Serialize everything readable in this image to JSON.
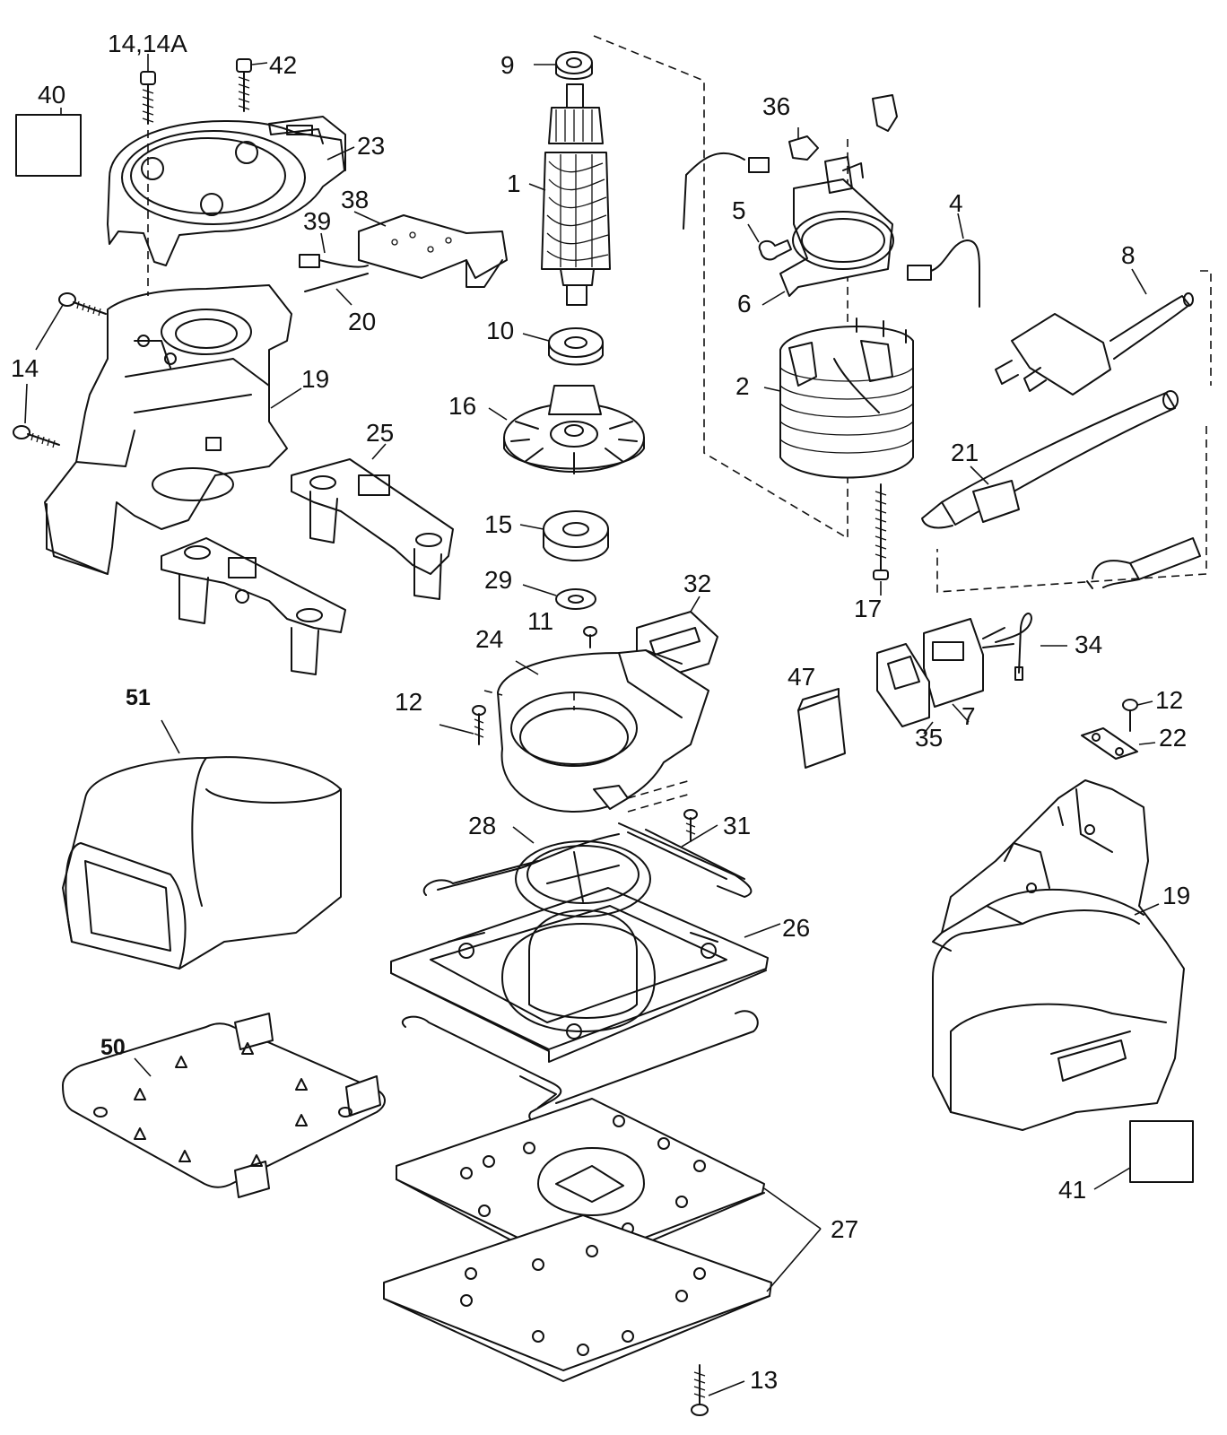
{
  "labels": [
    {
      "id": "1",
      "text": "1"
    },
    {
      "id": "2",
      "text": "2"
    },
    {
      "id": "4",
      "text": "4"
    },
    {
      "id": "5",
      "text": "5"
    },
    {
      "id": "6",
      "text": "6"
    },
    {
      "id": "7",
      "text": "7"
    },
    {
      "id": "8",
      "text": "8"
    },
    {
      "id": "9",
      "text": "9"
    },
    {
      "id": "10",
      "text": "10"
    },
    {
      "id": "11",
      "text": "11"
    },
    {
      "id": "12a",
      "text": "12"
    },
    {
      "id": "12b",
      "text": "12"
    },
    {
      "id": "13",
      "text": "13"
    },
    {
      "id": "14a",
      "text": "14"
    },
    {
      "id": "14b",
      "text": "14"
    },
    {
      "id": "14-14a",
      "text": "14,14A"
    },
    {
      "id": "15",
      "text": "15"
    },
    {
      "id": "16",
      "text": "16"
    },
    {
      "id": "17",
      "text": "17"
    },
    {
      "id": "19a",
      "text": "19"
    },
    {
      "id": "19b",
      "text": "19"
    },
    {
      "id": "20",
      "text": "20"
    },
    {
      "id": "21",
      "text": "21"
    },
    {
      "id": "22",
      "text": "22"
    },
    {
      "id": "23",
      "text": "23"
    },
    {
      "id": "24",
      "text": "24"
    },
    {
      "id": "25",
      "text": "25"
    },
    {
      "id": "26",
      "text": "26"
    },
    {
      "id": "27",
      "text": "27"
    },
    {
      "id": "28",
      "text": "28"
    },
    {
      "id": "29",
      "text": "29"
    },
    {
      "id": "31",
      "text": "31"
    },
    {
      "id": "32",
      "text": "32"
    },
    {
      "id": "34",
      "text": "34"
    },
    {
      "id": "35",
      "text": "35"
    },
    {
      "id": "36",
      "text": "36"
    },
    {
      "id": "38",
      "text": "38"
    },
    {
      "id": "39",
      "text": "39"
    },
    {
      "id": "40",
      "text": "40"
    },
    {
      "id": "41",
      "text": "41"
    },
    {
      "id": "42",
      "text": "42"
    },
    {
      "id": "47",
      "text": "47"
    },
    {
      "id": "50",
      "text": "50"
    },
    {
      "id": "51",
      "text": "51"
    }
  ]
}
